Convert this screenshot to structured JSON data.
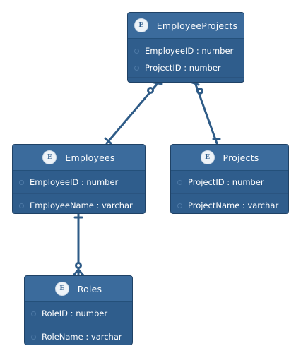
{
  "entities": {
    "employee_projects": {
      "icon": "E",
      "name": "EmployeeProjects",
      "attributes": [
        "EmployeeID : number",
        "ProjectID : number"
      ]
    },
    "employees": {
      "icon": "E",
      "name": "Employees",
      "attributes": [
        "EmployeeID : number",
        "EmployeeName : varchar"
      ]
    },
    "projects": {
      "icon": "E",
      "name": "Projects",
      "attributes": [
        "ProjectID : number",
        "ProjectName : varchar"
      ]
    },
    "roles": {
      "icon": "E",
      "name": "Roles",
      "attributes": [
        "RoleID : number",
        "RoleName : varchar"
      ]
    }
  },
  "relationships": [
    {
      "from": "employee_projects",
      "to": "employees",
      "from_end": "zero-or-many",
      "to_end": "exactly-one"
    },
    {
      "from": "employee_projects",
      "to": "projects",
      "from_end": "zero-or-many",
      "to_end": "exactly-one"
    },
    {
      "from": "employees",
      "to": "roles",
      "from_end": "exactly-one",
      "to_end": "zero-or-many"
    }
  ],
  "colors": {
    "entity_fill": "#2f5d8c",
    "entity_header": "#3b6b9c",
    "connector": "#2e5b87",
    "text": "#ffffff"
  }
}
